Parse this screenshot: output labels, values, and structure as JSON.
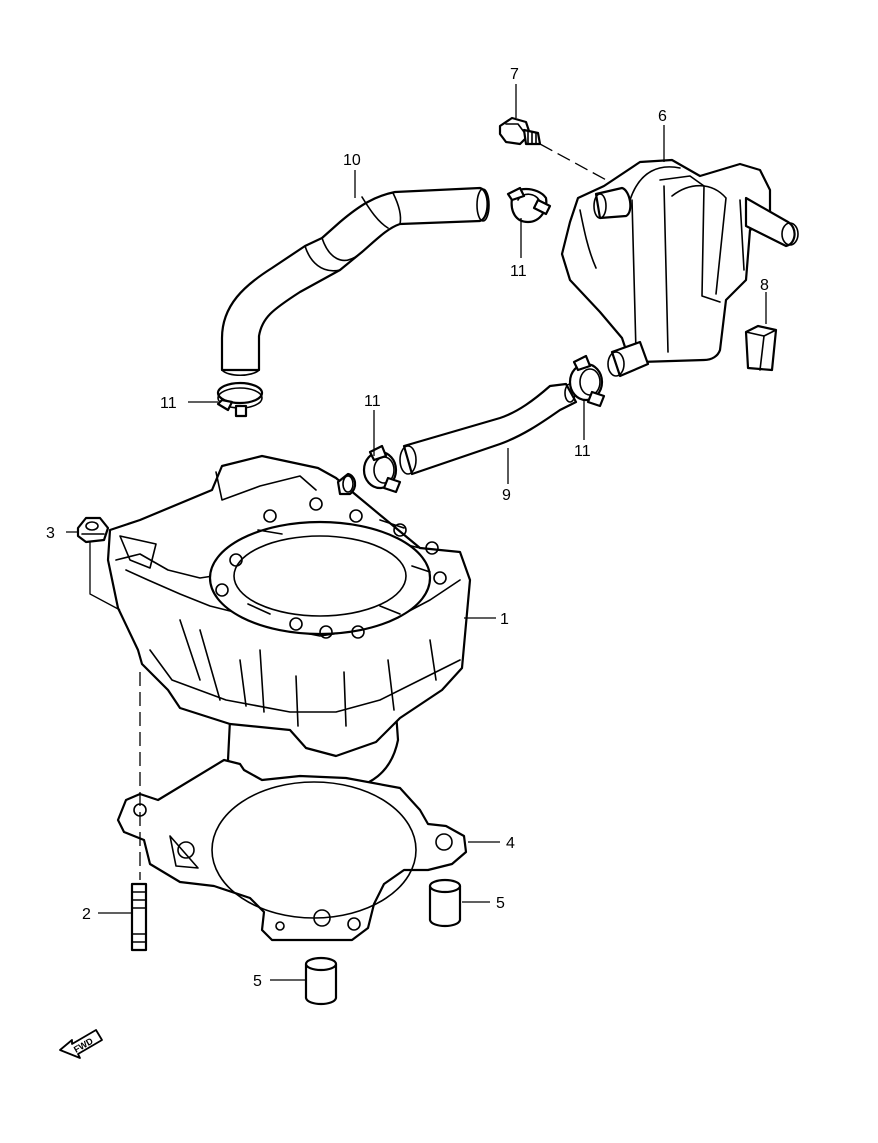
{
  "callouts": {
    "c1": "1",
    "c2": "2",
    "c3": "3",
    "c4": "4",
    "c5a": "5",
    "c5b": "5",
    "c6": "6",
    "c7": "7",
    "c8": "8",
    "c9": "9",
    "c10": "10",
    "c11a": "11",
    "c11b": "11",
    "c11c": "11",
    "c11d": "11"
  },
  "fwd_label": "FWD",
  "icons": {
    "fwd_arrow": "fwd-arrow-icon"
  }
}
